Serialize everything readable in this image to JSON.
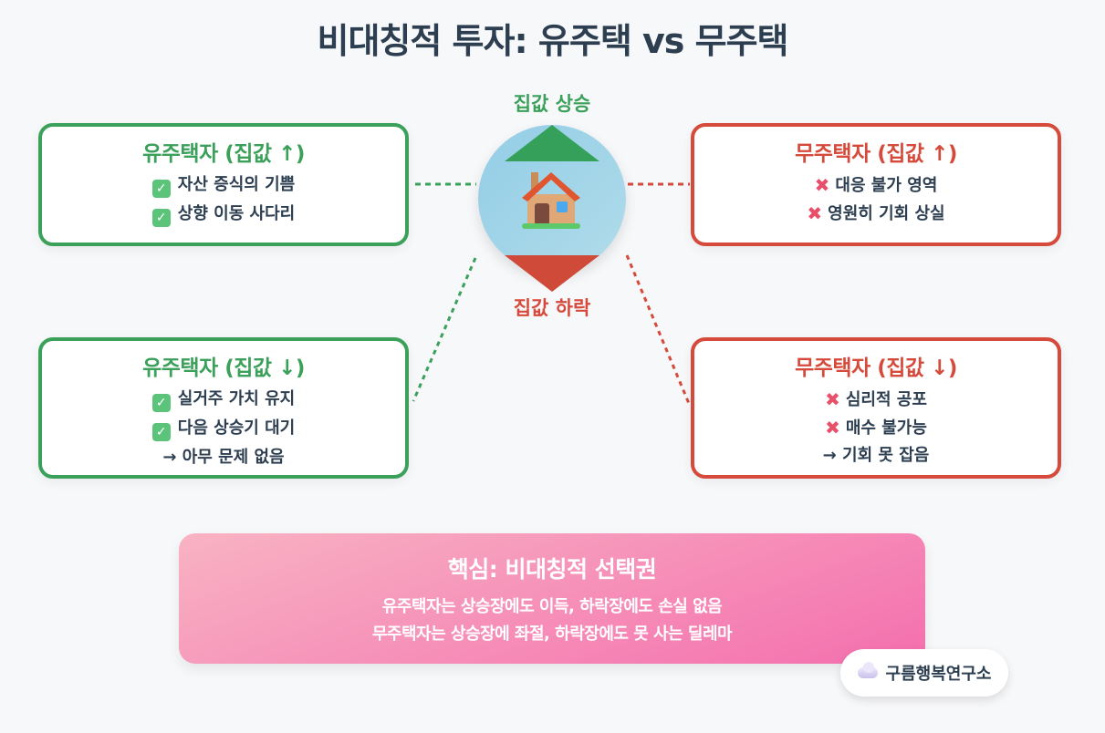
{
  "title": "비대칭적 투자: 유주택 vs 무주택",
  "center": {
    "icon": "house-icon",
    "label_up": "집값 상승",
    "label_down": "집값 하락",
    "colors": {
      "up": "#35a05a",
      "down": "#d04a3a",
      "circle": "#a6d6e8"
    }
  },
  "cards": {
    "owner_up": {
      "title": "유주택자 (집값 ↑)",
      "items": [
        {
          "icon": "check-icon",
          "text": "자산 증식의 기쁨"
        },
        {
          "icon": "check-icon",
          "text": "상향 이동 사다리"
        }
      ]
    },
    "nonowner_up": {
      "title": "무주택자 (집값 ↑)",
      "items": [
        {
          "icon": "cross-icon",
          "text": "대응 불가 영역"
        },
        {
          "icon": "cross-icon",
          "text": "영원히 기회 상실"
        }
      ]
    },
    "owner_down": {
      "title": "유주택자 (집값 ↓)",
      "items": [
        {
          "icon": "check-icon",
          "text": "실거주 가치 유지"
        },
        {
          "icon": "check-icon",
          "text": "다음 상승기 대기"
        }
      ],
      "conclusion": "→ 아무 문제 없음"
    },
    "nonowner_down": {
      "title": "무주택자 (집값 ↓)",
      "items": [
        {
          "icon": "cross-icon",
          "text": "심리적 공포"
        },
        {
          "icon": "cross-icon",
          "text": "매수 불가능"
        }
      ],
      "conclusion": "→ 기회 못 잡음"
    }
  },
  "summary": {
    "title": "핵심: 비대칭적 선택권",
    "lines": [
      "유주택자는 상승장에도 이득, 하락장에도 손실 없음",
      "무주택자는 상승장에 좌절, 하락장에도 못 사는 딜레마"
    ]
  },
  "brand": {
    "icon": "cloud-icon",
    "name": "구름행복연구소"
  },
  "colors": {
    "green": "#3aa05a",
    "red": "#d64a3b",
    "text": "#2c3e50",
    "summary_gradient": [
      "#f8b3c3",
      "#f46fae"
    ]
  }
}
